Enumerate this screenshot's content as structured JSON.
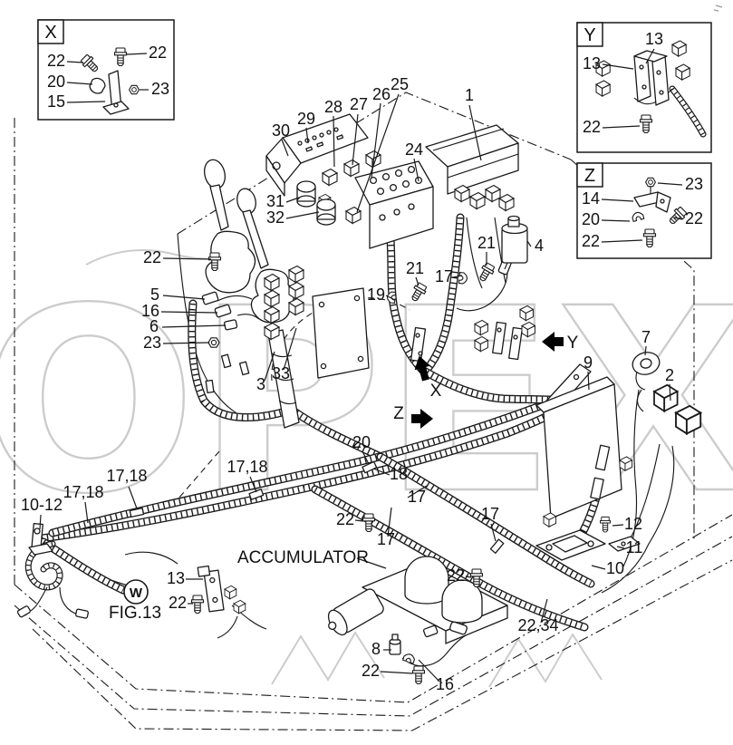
{
  "watermark": {
    "text": "ОРЕХ",
    "color": "#cccccc"
  },
  "inset_x": {
    "tag": "X",
    "callouts": [
      "22",
      "20",
      "15",
      "22",
      "23"
    ]
  },
  "inset_y": {
    "tag": "Y",
    "callouts": [
      "13",
      "13",
      "22"
    ]
  },
  "inset_z": {
    "tag": "Z",
    "callouts": [
      "14",
      "20",
      "22",
      "23",
      "22"
    ]
  },
  "arrows": {
    "y": "Y",
    "x": "X",
    "z": "Z"
  },
  "annotations": {
    "accumulator": "ACCUMULATOR",
    "w_symbol": "W",
    "fig_ref": "FIG.13"
  },
  "callouts": [
    "30",
    "29",
    "28",
    "27",
    "26",
    "25",
    "24",
    "1",
    "31",
    "32",
    "22",
    "5",
    "16",
    "6",
    "23",
    "3",
    "33",
    "19",
    "21",
    "17",
    "21",
    "4",
    "9",
    "7",
    "2",
    "20",
    "18",
    "17",
    "22",
    "17",
    "17",
    "22",
    "17,18",
    "17,18",
    "17,18",
    "10-12",
    "13",
    "22",
    "12",
    "11",
    "10",
    "8",
    "22",
    "16",
    "22,34"
  ]
}
